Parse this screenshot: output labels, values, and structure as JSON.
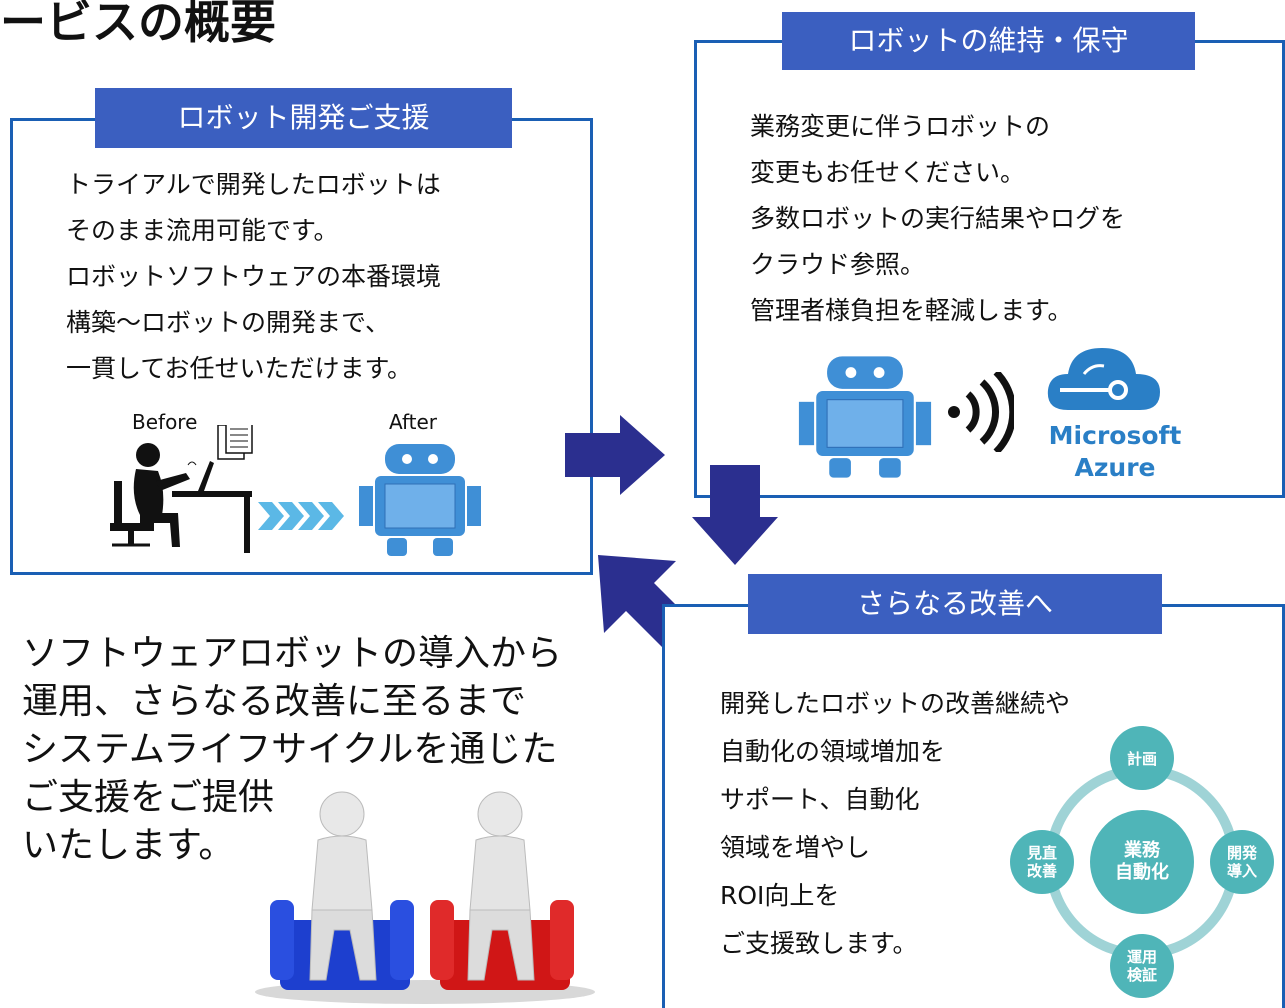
{
  "page": {
    "title": "ービスの概要"
  },
  "panel_dev": {
    "label": "ロボット開発ご支援",
    "lines": [
      "トライアルで開発したロボットは",
      "そのまま流用可能です。",
      "ロボットソフトウェアの本番環境",
      "構築～ロボットの開発まで、",
      "一貫してお任せいただけます。"
    ],
    "before_label": "Before",
    "after_label": "After"
  },
  "panel_maint": {
    "label": "ロボットの維持・保守",
    "lines": [
      "業務変更に伴うロボットの",
      "変更もお任せください。",
      "多数ロボットの実行結果やログを",
      "クラウド参照。",
      "管理者様負担を軽減します。"
    ],
    "azure_brand": [
      "Microsoft",
      "Azure"
    ]
  },
  "panel_improve": {
    "label": "さらなる改善へ",
    "lines": [
      "開発したロボットの改善継続や",
      "自動化の領域増加を",
      "サポート、自動化",
      "領域を増やし",
      "ROI向上を",
      "ご支援致します。"
    ],
    "cycle": {
      "center": [
        "業務",
        "自動化"
      ],
      "top": "計画",
      "right": [
        "開発",
        "導入"
      ],
      "bottom": [
        "運用",
        "検証"
      ],
      "left": [
        "見直",
        "改善"
      ]
    }
  },
  "summary": {
    "lines": [
      "ソフトウェアロボットの導入から",
      "運用、さらなる改善に至るまで",
      "システムライフサイクルを通じた",
      "ご支援をご提供",
      "いたします。"
    ]
  },
  "colors": {
    "panel_border": "#1a5fb4",
    "label_bg": "#3b5fc0",
    "arrow": "#2b2f8f",
    "cycle": "#4fb5b8",
    "robot": "#3f8fd6",
    "azure": "#2a7fc6"
  }
}
